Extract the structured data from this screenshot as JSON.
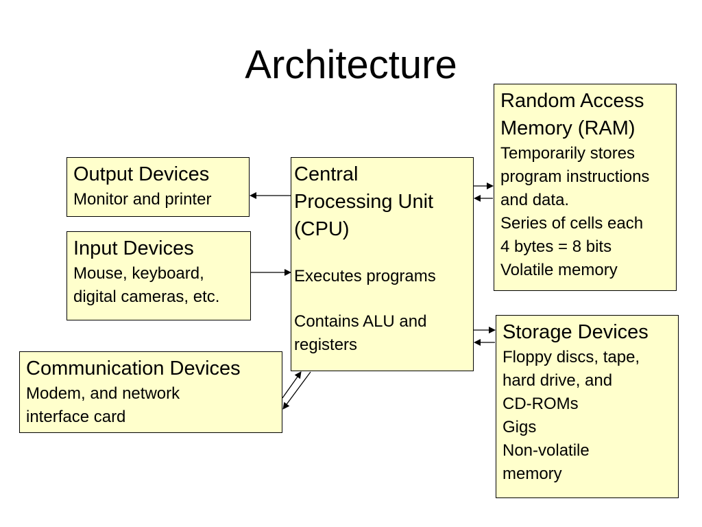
{
  "title": "Architecture",
  "boxes": {
    "output": {
      "heading": "Output Devices",
      "lines": [
        "Monitor and printer"
      ]
    },
    "input": {
      "heading": "Input Devices",
      "lines": [
        "Mouse, keyboard,",
        "digital cameras, etc."
      ]
    },
    "communication": {
      "heading": "Communication Devices",
      "lines": [
        "Modem, and network",
        "interface card"
      ]
    },
    "cpu": {
      "heading": [
        "Central",
        "Processing Unit",
        "(CPU)"
      ],
      "lines": [
        "Executes programs",
        "Contains ALU and",
        "registers"
      ]
    },
    "ram": {
      "heading": [
        "Random Access",
        "Memory (RAM)"
      ],
      "lines": [
        "Temporarily stores",
        "program instructions",
        "and data.",
        "Series of cells each",
        "4 bytes = 8 bits",
        "Volatile memory"
      ]
    },
    "storage": {
      "heading": "Storage Devices",
      "lines": [
        "Floppy discs, tape,",
        "hard drive, and",
        "CD-ROMs",
        "Gigs",
        "Non-volatile",
        "memory"
      ]
    }
  },
  "colors": {
    "box_fill": "#ffffcc",
    "stroke": "#000000"
  }
}
